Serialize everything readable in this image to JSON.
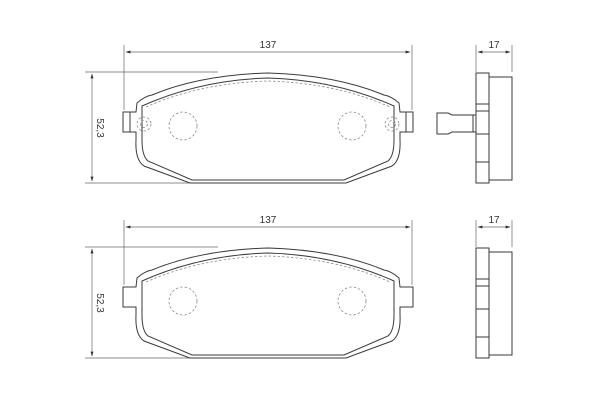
{
  "drawing": {
    "title": "Brake pad set dimensional drawing",
    "pads": [
      {
        "name": "top-pad",
        "width_label": "137",
        "height_label": "52,3",
        "thickness_label": "17",
        "has_wear_indicator_holes": true,
        "has_side_clip": true
      },
      {
        "name": "bottom-pad",
        "width_label": "137",
        "height_label": "52,3",
        "thickness_label": "17",
        "has_wear_indicator_holes": false,
        "has_side_clip": false
      }
    ],
    "colors": {
      "line": "#3a3a3a",
      "dash": "#8a8a8a",
      "background": "#ffffff"
    }
  }
}
